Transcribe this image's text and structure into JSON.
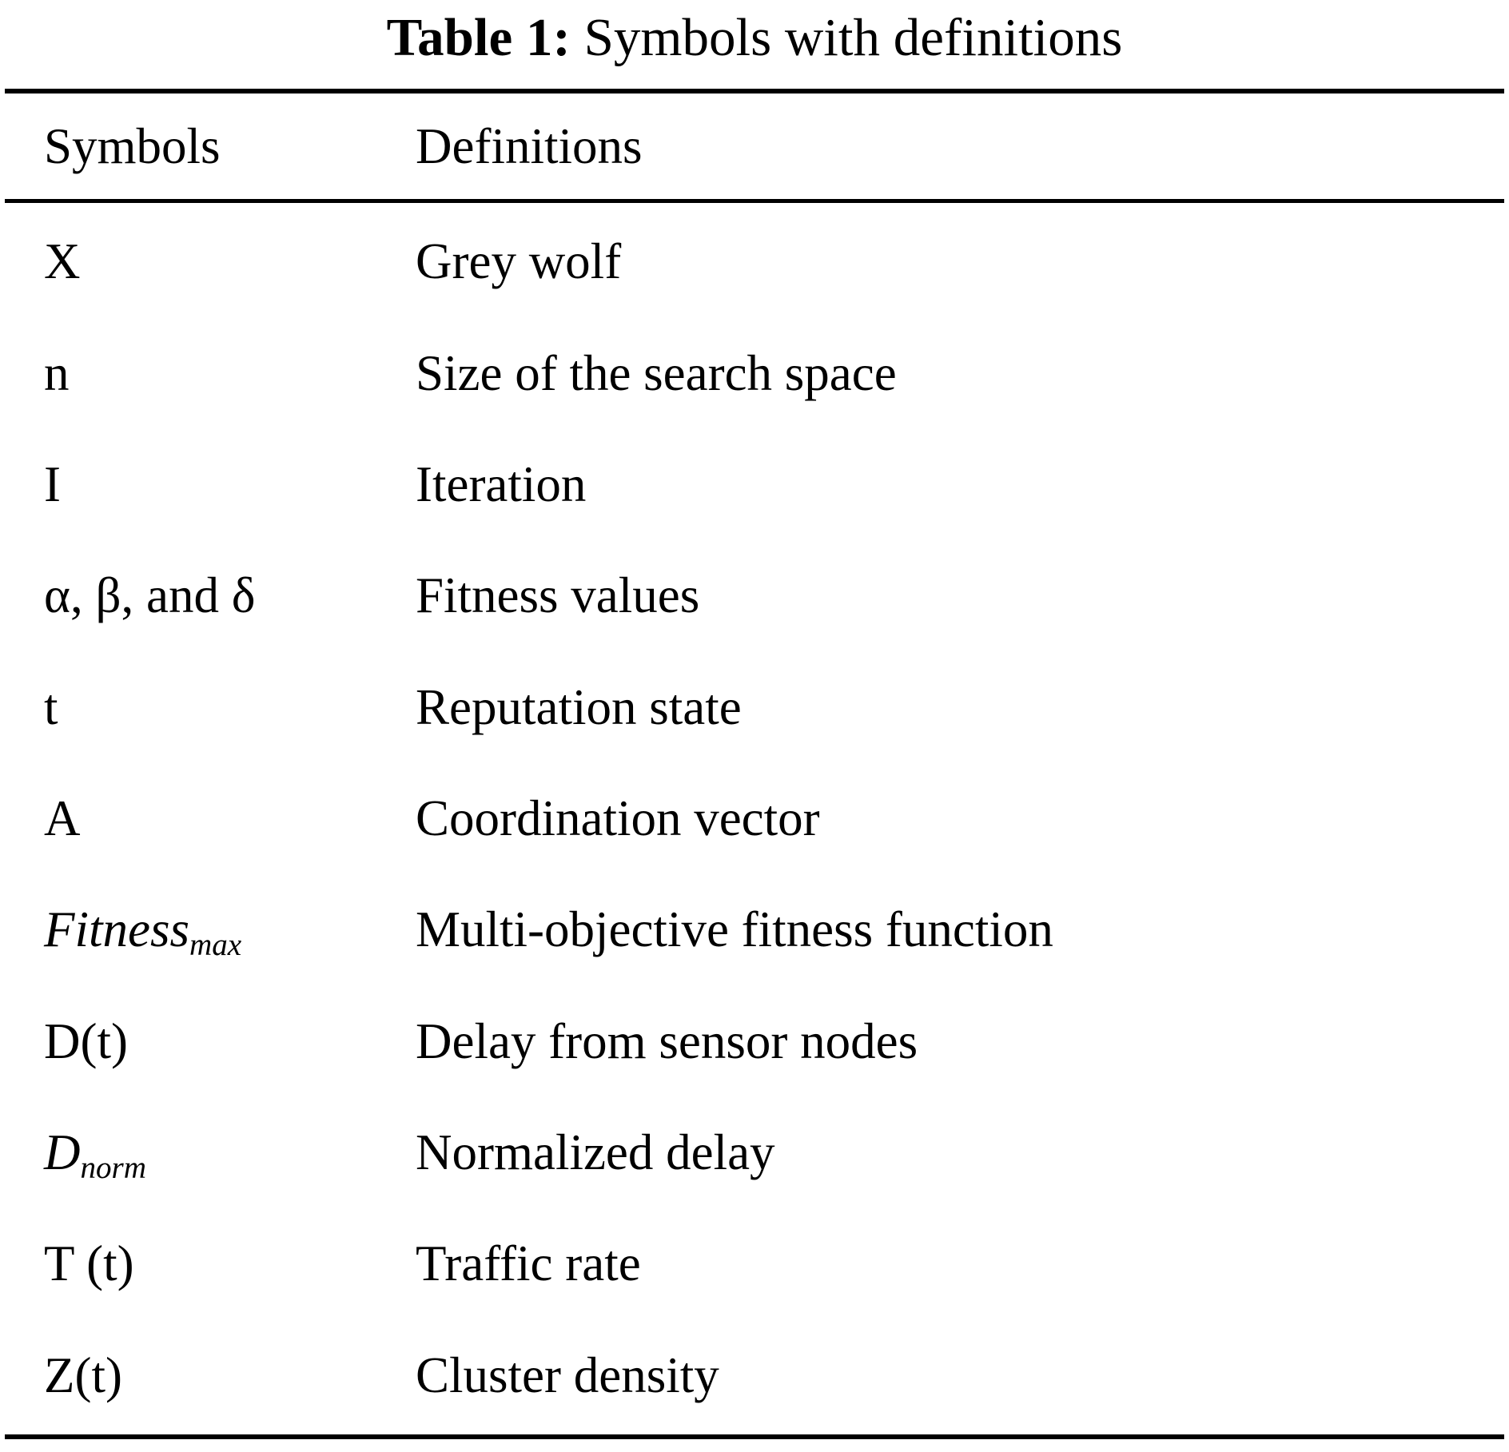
{
  "caption": {
    "label": "Table 1:",
    "text": " Symbols with definitions"
  },
  "header": {
    "symbols": "Symbols",
    "definitions": "Definitions"
  },
  "rows": [
    {
      "symbol": "X",
      "sub": "",
      "italic": false,
      "definition": "Grey wolf"
    },
    {
      "symbol": "n",
      "sub": "",
      "italic": false,
      "definition": "Size of the search space"
    },
    {
      "symbol": "I",
      "sub": "",
      "italic": false,
      "definition": "Iteration"
    },
    {
      "symbol": "α, β, and δ",
      "sub": "",
      "italic": false,
      "definition": "Fitness values"
    },
    {
      "symbol": "t",
      "sub": "",
      "italic": false,
      "definition": "Reputation state"
    },
    {
      "symbol": "A",
      "sub": "",
      "italic": false,
      "definition": "Coordination vector"
    },
    {
      "symbol": "Fitness",
      "sub": "max",
      "italic": true,
      "definition": "Multi-objective fitness function"
    },
    {
      "symbol": "D(t)",
      "sub": "",
      "italic": false,
      "definition": "Delay from sensor nodes"
    },
    {
      "symbol": "D",
      "sub": "norm",
      "italic": true,
      "definition": "Normalized delay"
    },
    {
      "symbol": "T (t)",
      "sub": "",
      "italic": false,
      "definition": "Traffic rate"
    },
    {
      "symbol": "Z(t)",
      "sub": "",
      "italic": false,
      "definition": "Cluster density"
    }
  ]
}
